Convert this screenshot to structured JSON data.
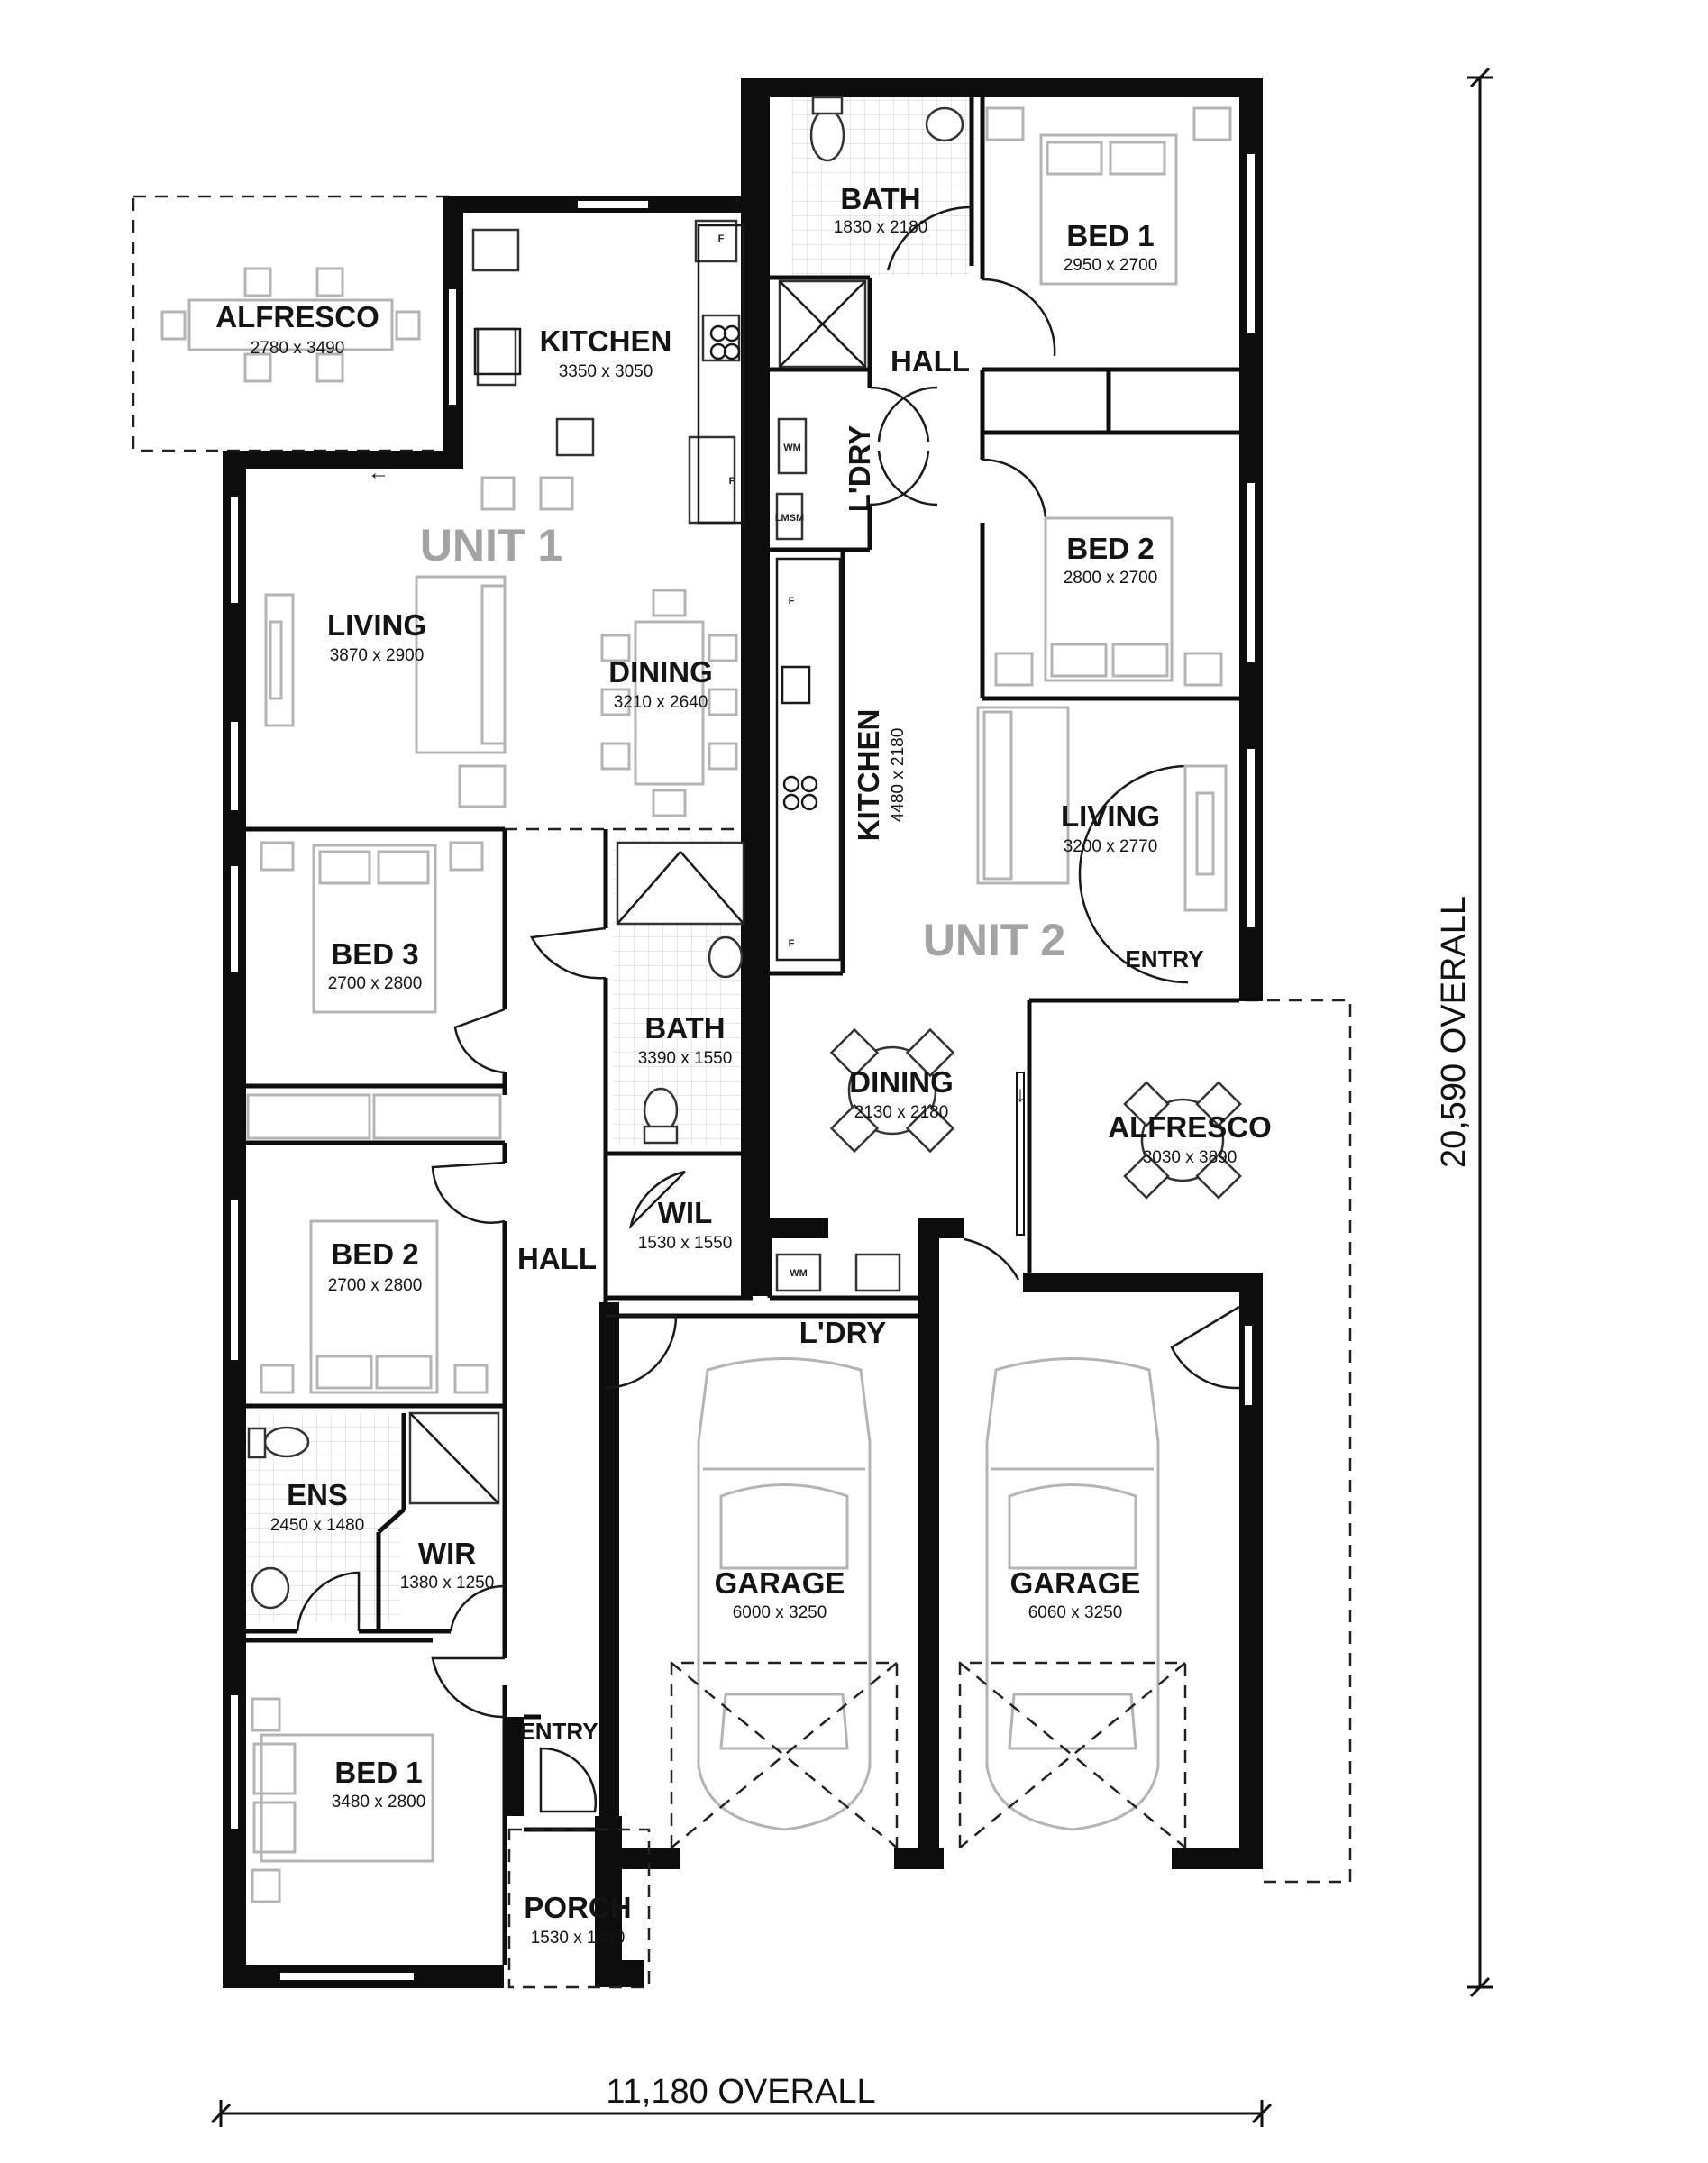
{
  "units": {
    "unit1": "UNIT 1",
    "unit2": "UNIT 2"
  },
  "rooms": {
    "u1_alfresco": {
      "name": "ALFRESCO",
      "size": "2780 x 3490"
    },
    "u1_kitchen": {
      "name": "KITCHEN",
      "size": "3350 x 3050"
    },
    "u1_living": {
      "name": "LIVING",
      "size": "3870 x 2900"
    },
    "u1_dining": {
      "name": "DINING",
      "size": "3210 x 2640"
    },
    "u1_bed3": {
      "name": "BED 3",
      "size": "2700 x 2800"
    },
    "u1_bath": {
      "name": "BATH",
      "size": "3390 x 1550"
    },
    "u1_bed2": {
      "name": "BED 2",
      "size": "2700 x 2800"
    },
    "u1_hall": {
      "name": "HALL"
    },
    "u1_wil": {
      "name": "WIL",
      "size": "1530 x 1550"
    },
    "u1_ens": {
      "name": "ENS",
      "size": "2450 x 1480"
    },
    "u1_wir": {
      "name": "WIR",
      "size": "1380 x 1250"
    },
    "u1_bed1": {
      "name": "BED 1",
      "size": "3480 x 2800"
    },
    "u1_entry": {
      "name": "ENTRY"
    },
    "u1_porch": {
      "name": "PORCH",
      "size": "1530 x 1480"
    },
    "u1_garage": {
      "name": "GARAGE",
      "size": "6000 x 3250"
    },
    "u1_laundry": {
      "name": "L'DRY"
    },
    "u2_bath": {
      "name": "BATH",
      "size": "1830 x 2180"
    },
    "u2_bed1": {
      "name": "BED 1",
      "size": "2950 x 2700"
    },
    "u2_hall": {
      "name": "HALL"
    },
    "u2_laundry": {
      "name": "L'DRY"
    },
    "u2_bed2": {
      "name": "BED 2",
      "size": "2800 x 2700"
    },
    "u2_kitchen": {
      "name": "KITCHEN",
      "size": "4480 x 2180"
    },
    "u2_living": {
      "name": "LIVING",
      "size": "3200 x 2770"
    },
    "u2_entry": {
      "name": "ENTRY"
    },
    "u2_dining": {
      "name": "DINING",
      "size": "2130 x 2180"
    },
    "u2_alfresco": {
      "name": "ALFRESCO",
      "size": "3030 x 3890"
    },
    "u2_garage": {
      "name": "GARAGE",
      "size": "6060 x 3250"
    }
  },
  "fixture_labels": {
    "wm": "WM",
    "lmsm": "LMSM",
    "f": "F",
    "arrow_down": "↓",
    "arrow_left": "←"
  },
  "dimensions": {
    "overall_width": "11,180 OVERALL",
    "overall_depth": "20,590 OVERALL"
  }
}
